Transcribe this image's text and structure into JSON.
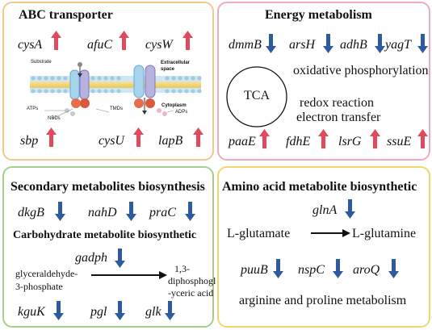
{
  "colors": {
    "up": "#e04a5c",
    "down": "#2e5b9e",
    "abc_border": "#f2c88c",
    "energy_border": "#f0a9bd",
    "sec_border": "#a6cf8c",
    "amino_border": "#f3d56e"
  },
  "abc": {
    "title": "ABC transporter",
    "genes": [
      "cysA",
      "afuC",
      "cysW",
      "sbp",
      "cysU",
      "lapB"
    ],
    "labels": {
      "substrate": "Substrate",
      "extracellular": "Extracellular space",
      "cytoplasm": "Cytoplasm",
      "tmds": "TMDs",
      "atps": "ATPs",
      "nbds": "NBDs",
      "adps": "ADPs"
    }
  },
  "energy": {
    "title": "Energy metabolism",
    "genes_top": [
      "dmmB",
      "arsH",
      "adhB",
      "yagT"
    ],
    "oxphos": "oxidative phosphorylation",
    "tca": "TCA",
    "redox": "redox reaction",
    "electron": "electron transfer",
    "genes_bottom": [
      "paaE",
      "fdhE",
      "lsrG",
      "ssuE"
    ]
  },
  "secondary": {
    "title": "Secondary metabolites biosynthesis",
    "genes": [
      "dkgB",
      "nahD",
      "praC"
    ],
    "carb_title": "Carbohydrate metabolite biosynthetic",
    "gadph": "gadph",
    "substrate_1": "glyceraldehyde-",
    "substrate_2": "3-phosphate",
    "product_1": "1,3-",
    "product_2": "diphosphogl",
    "product_3": "-yceric acid",
    "genes_bottom": [
      "kguK",
      "pgl",
      "glk"
    ]
  },
  "amino": {
    "title": "Amino acid metabolite biosynthetic",
    "glna": "glnA",
    "glutamate": "L-glutamate",
    "glutamine": "L-glutamine",
    "genes": [
      "puuB",
      "nspC",
      "aroQ"
    ],
    "pathway": "arginine and proline metabolism"
  }
}
